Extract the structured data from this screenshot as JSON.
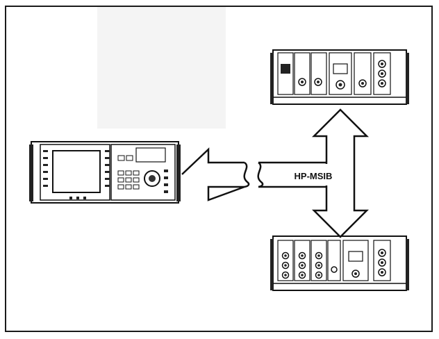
{
  "diagram": {
    "bus_label": "HP-MSIB",
    "nodes": [
      {
        "name": "spectrum-analyzer",
        "kind": "display-instrument"
      },
      {
        "name": "mainframe-top",
        "kind": "modular-mainframe"
      },
      {
        "name": "mainframe-bottom",
        "kind": "modular-mainframe"
      }
    ],
    "connections": [
      {
        "from": "bus",
        "to": "spectrum-analyzer",
        "arrow": "single"
      },
      {
        "from": "mainframe-top",
        "to": "mainframe-bottom",
        "arrow": "double"
      }
    ]
  }
}
